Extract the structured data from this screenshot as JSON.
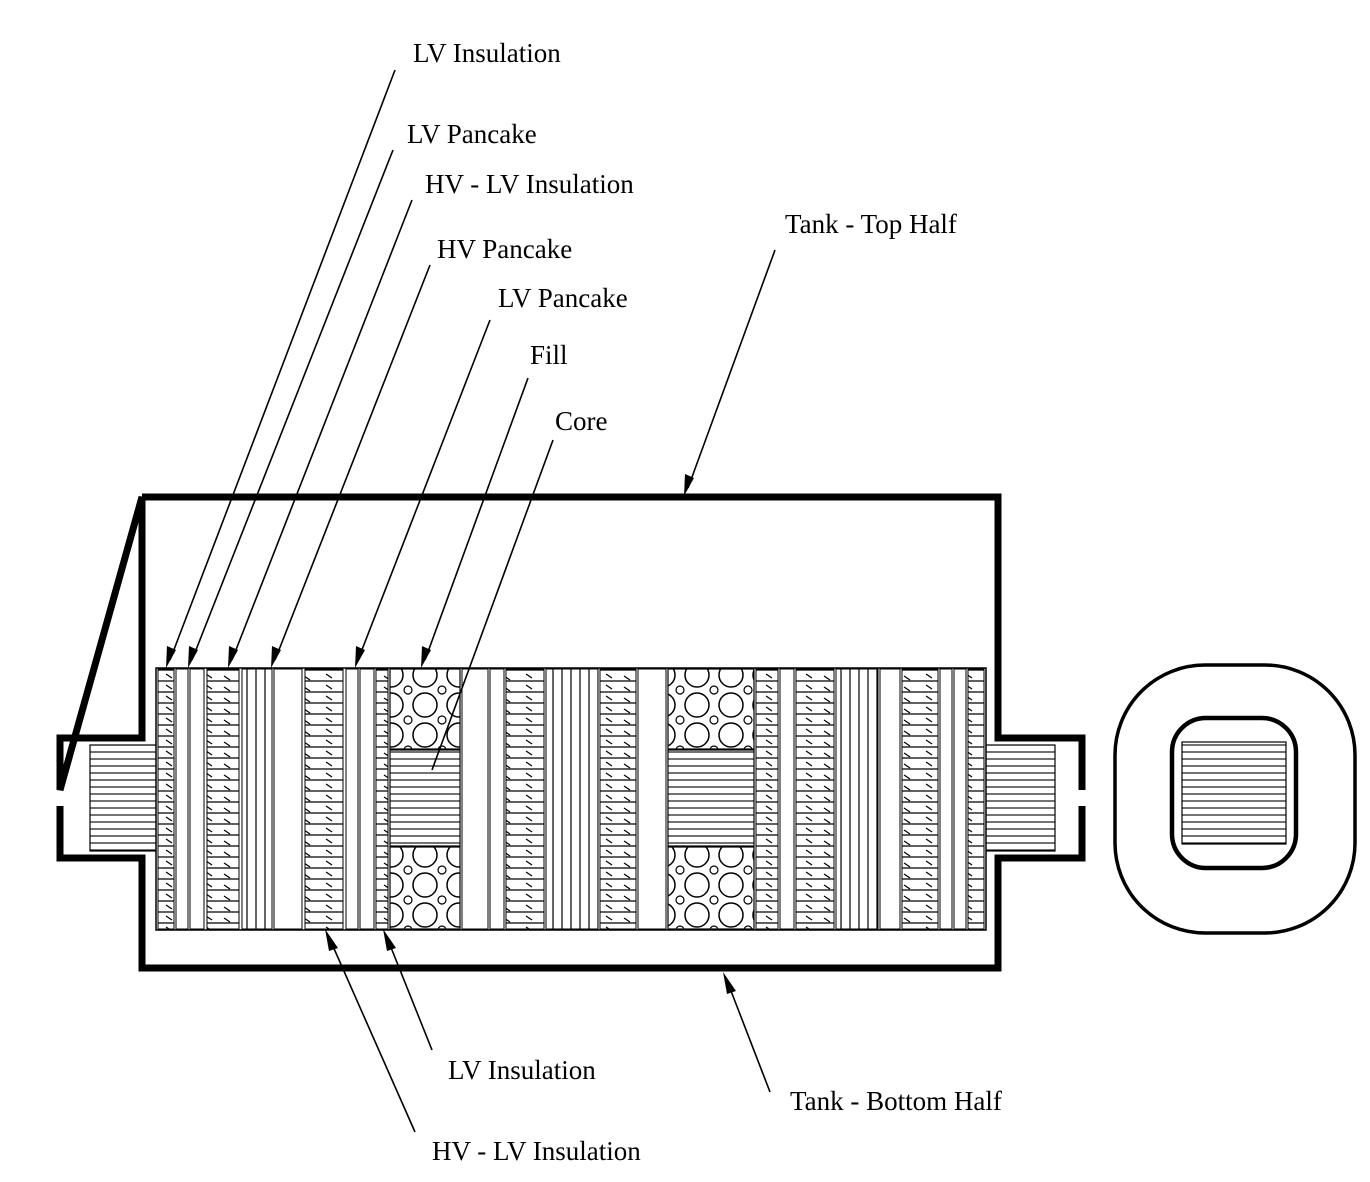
{
  "labels": {
    "lv_insulation_top": "LV Insulation",
    "lv_pancake_1": "LV Pancake",
    "hv_lv_insulation_top": "HV - LV Insulation",
    "hv_pancake": "HV Pancake",
    "lv_pancake_2": "LV Pancake",
    "fill": "Fill",
    "core": "Core",
    "tank_top": "Tank - Top Half",
    "lv_insulation_bottom": "LV Insulation",
    "tank_bottom": "Tank - Bottom Half",
    "hv_lv_insulation_bottom": "HV - LV Insulation"
  }
}
